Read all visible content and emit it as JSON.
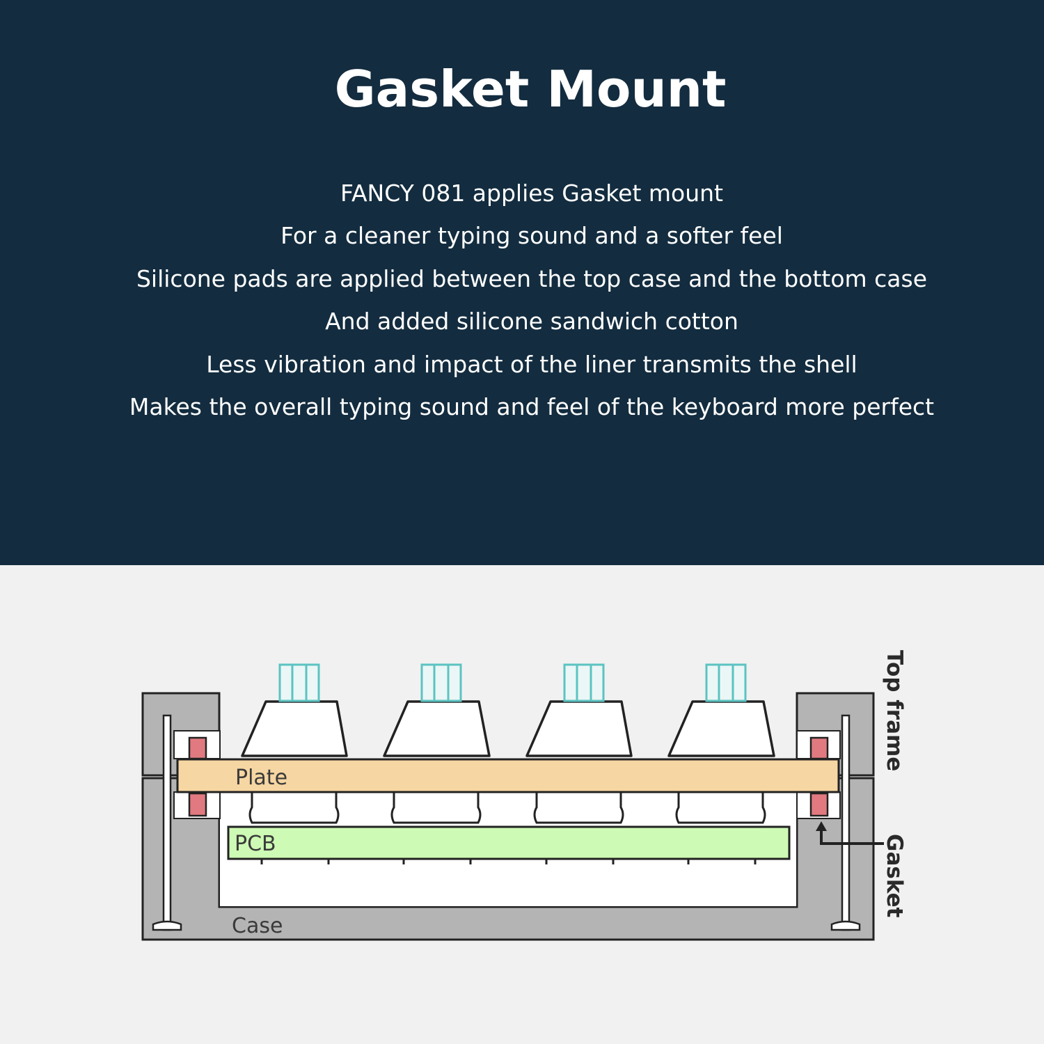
{
  "header": {
    "title": "Gasket Mount",
    "lines": [
      "FANCY 081 applies Gasket mount",
      "For a cleaner typing sound and a softer feel",
      "Silicone pads are applied between the top case and the bottom case",
      "And added silicone sandwich cotton",
      "Less vibration and impact of the liner transmits the shell",
      "Makes the overall typing sound and feel of the keyboard more perfect"
    ]
  },
  "diagram": {
    "labels": {
      "plate": "Plate",
      "pcb": "PCB",
      "case": "Case",
      "top_frame": "Top frame",
      "gasket": "Gasket"
    },
    "colors": {
      "plate": "#f6d6a2",
      "pcb": "#cdfab4",
      "case": "#b4b4b4",
      "gasket": "#e07a80",
      "stem": "#5cc3c1",
      "background": "#132c3f"
    }
  }
}
